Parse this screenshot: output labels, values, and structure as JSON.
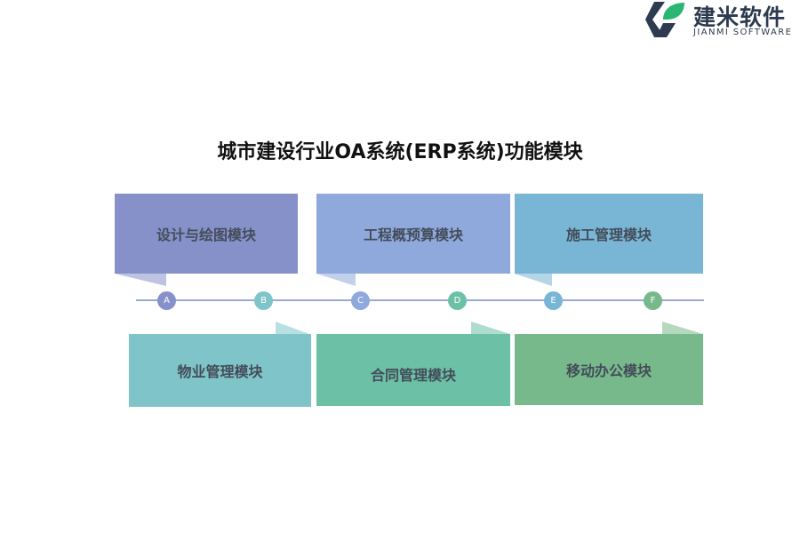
{
  "logo": {
    "name_cn": "建米软件",
    "name_en": "JIANMI SOFTWARE",
    "icon": "jianmi-logo-icon",
    "colors": {
      "dark": "#2d3a4f",
      "green": "#2bb673"
    }
  },
  "diagram": {
    "title": "城市建设行业OA系统(ERP系统)功能模块",
    "modules_top": [
      {
        "label": "设计与绘图模块",
        "color": "#8691c9"
      },
      {
        "label": "工程概预算模块",
        "color": "#8fa9dc"
      },
      {
        "label": "施工管理模块",
        "color": "#79b5d4"
      }
    ],
    "modules_bottom": [
      {
        "label": "物业管理模块",
        "color": "#7fc4c8"
      },
      {
        "label": "合同管理模块",
        "color": "#6cc0a6"
      },
      {
        "label": "移动办公模块",
        "color": "#78b98b"
      }
    ],
    "timeline": {
      "line_color": "#9aa8d4",
      "nodes": [
        {
          "label": "A",
          "color": "#8691c9"
        },
        {
          "label": "B",
          "color": "#7fc4c8"
        },
        {
          "label": "C",
          "color": "#8fa9dc"
        },
        {
          "label": "D",
          "color": "#6cc0a6"
        },
        {
          "label": "E",
          "color": "#79b5d4"
        },
        {
          "label": "F",
          "color": "#78b98b"
        }
      ]
    }
  }
}
